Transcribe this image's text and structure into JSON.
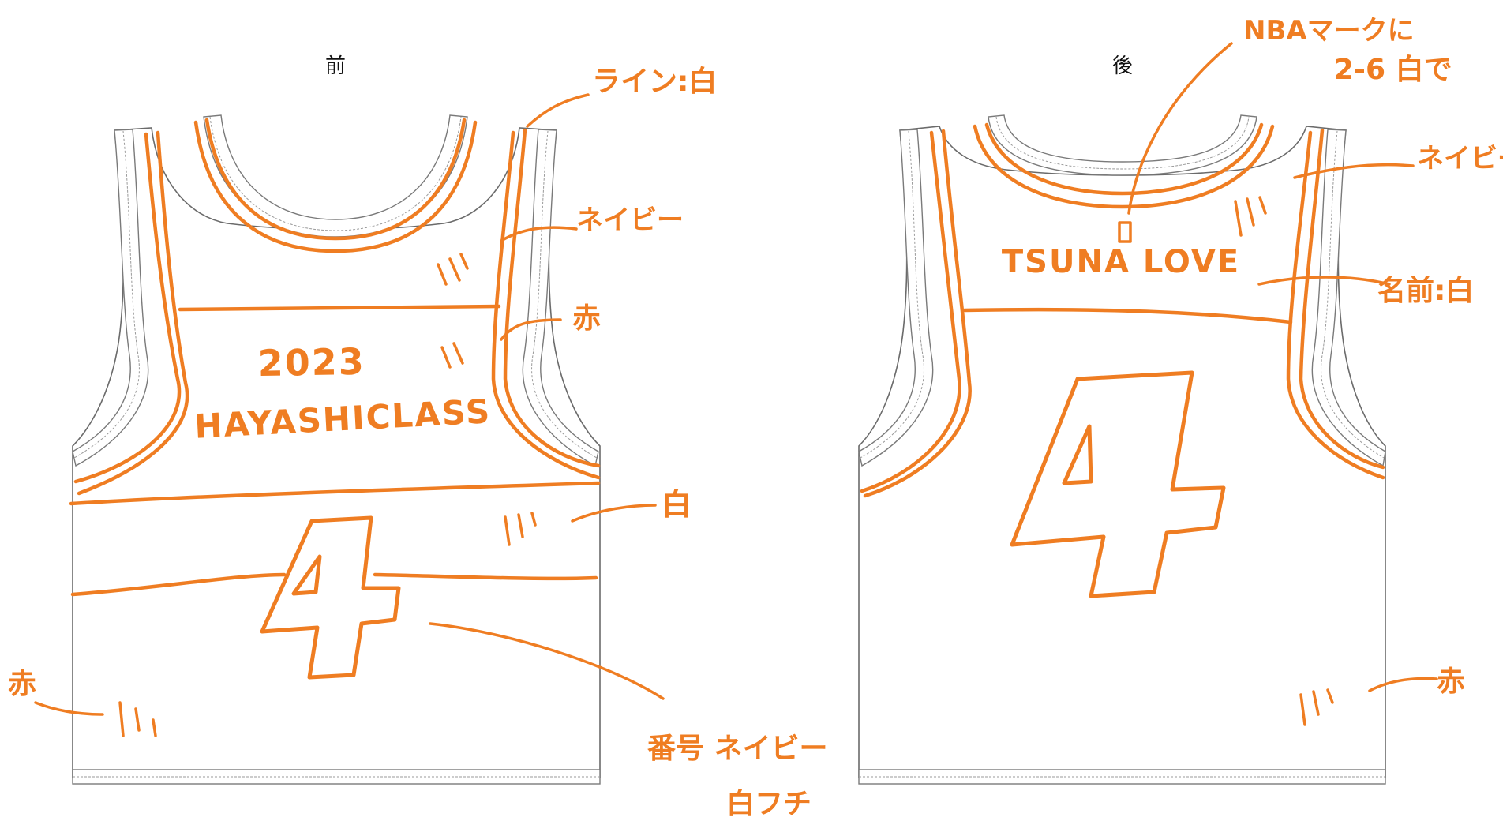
{
  "colors": {
    "ink": "#ef7d22",
    "outline": "#6b6b6b",
    "background": "#ffffff"
  },
  "front": {
    "view_label": "前",
    "year_text": "2023",
    "class_text": "HAYASHICLASS",
    "number": "4",
    "annotations": {
      "line_color": "ライン:白",
      "navy": "ネイビー",
      "red_upper": "赤",
      "white_band": "白",
      "red_lower": "赤",
      "number_color_1": "番号 ネイビー",
      "number_color_2": "白フチ"
    }
  },
  "back": {
    "view_label": "後",
    "name_text": "TSUNA LOVE",
    "number": "4",
    "annotations": {
      "nba_mark_1": "NBAマークに",
      "nba_mark_2": "2-6 白で",
      "navy": "ネイビー",
      "name_color": "名前:白",
      "red": "赤"
    }
  }
}
